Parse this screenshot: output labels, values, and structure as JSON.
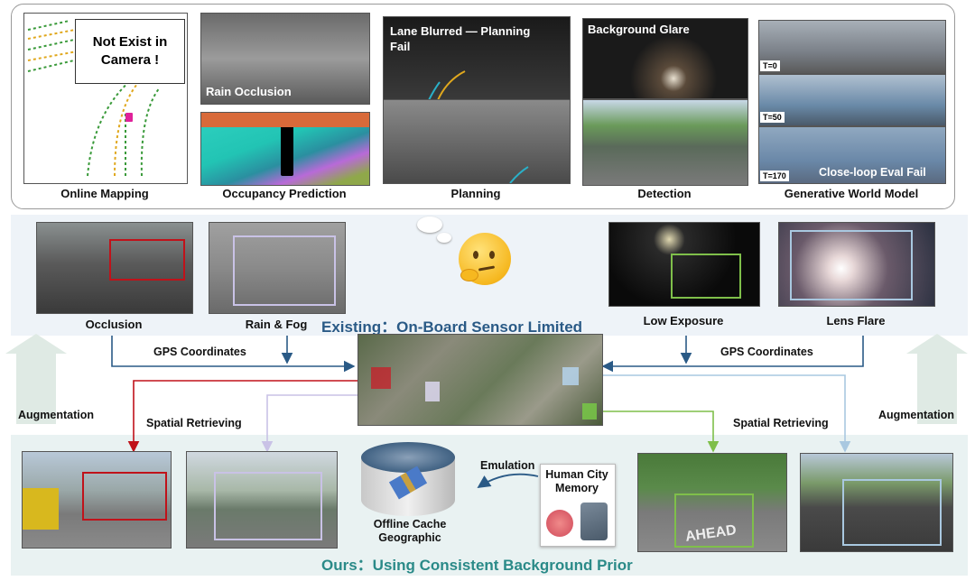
{
  "top_panels": {
    "online_mapping": {
      "label": "Online Mapping",
      "callout": "Not Exist in\nCamera !"
    },
    "occupancy": {
      "label": "Occupancy Prediction",
      "overlay": "Rain Occlusion"
    },
    "planning": {
      "label": "Planning",
      "overlay": "Lane Blurred — Planning\nFail"
    },
    "detection": {
      "label": "Detection",
      "overlay": "Background Glare"
    },
    "world_model": {
      "label": "Generative World Model",
      "t0": "T=0",
      "t50": "T=50",
      "t170": "T=170",
      "overlay": "Close-loop Eval Fail"
    }
  },
  "existing": {
    "title": "Existing：On-Board Sensor Limited",
    "occlusion": "Occlusion",
    "rain_fog": "Rain & Fog",
    "low_exposure": "Low Exposure",
    "lens_flare": "Lens Flare",
    "gps_left": "GPS Coordinates",
    "gps_right": "GPS Coordinates"
  },
  "middle": {
    "augmentation_left": "Augmentation",
    "augmentation_right": "Augmentation",
    "spatial_left": "Spatial Retrieving",
    "spatial_right": "Spatial Retrieving",
    "emulation": "Emulation",
    "human_memory": "Human City\nMemory",
    "offline_cache": "Offline Cache\nGeographic"
  },
  "ours": {
    "title": "Ours：Using Consistent Background Prior",
    "ahead_text": "AHEAD"
  },
  "colors": {
    "red": "#c0121a",
    "lavender": "#c9c2e6",
    "green": "#7fbf4a",
    "lightblue": "#a9c8e0",
    "navy": "#2a5a86",
    "teal": "#2a8a88"
  }
}
